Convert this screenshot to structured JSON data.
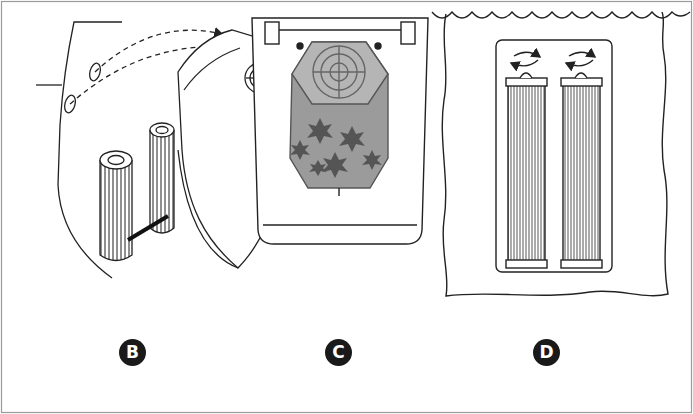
{
  "diagram": {
    "nodes": [
      {
        "text": [
          "B"
        ]
      },
      {
        "text": [
          "C"
        ]
      },
      {
        "text": [
          "D"
        ]
      }
    ]
  }
}
